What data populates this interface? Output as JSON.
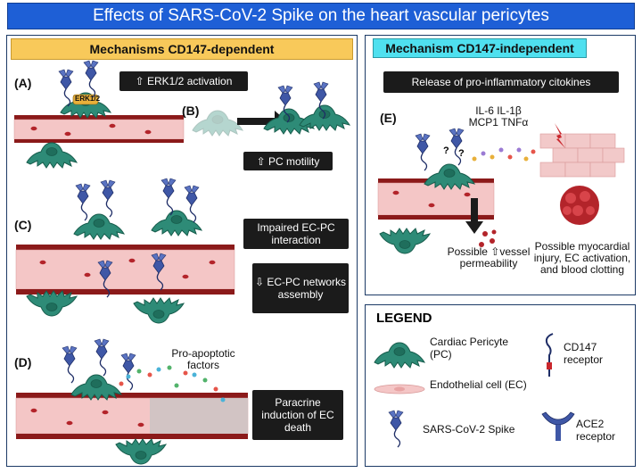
{
  "title": "Effects of SARS-CoV-2 Spike on the heart vascular pericytes",
  "left_panel": {
    "header": "Mechanisms CD147-dependent",
    "label_a": "(A)",
    "label_b": "(B)",
    "label_c": "(C)",
    "label_d": "(D)",
    "erk_label": "ERK1/2",
    "box_a": "⇧ ERK1/2 activation",
    "box_b": "⇧ PC motility",
    "box_c1": "Impaired EC-PC interaction",
    "box_c2": "⇩ EC-PC networks assembly",
    "box_d": "Paracrine induction of EC death",
    "pro_apoptotic": "Pro-apoptotic factors"
  },
  "right_panel": {
    "header": "Mechanism CD147-independent",
    "box_release": "Release of pro-inflammatory citokines",
    "label_e": "(E)",
    "cytokines": "IL-6  IL-1β MCP1  TNFα",
    "question": "?",
    "vessel_text": "Possible ⇧vessel permeability",
    "injury_text": "Possible myocardial injury, EC activation, and blood clotting"
  },
  "legend": {
    "title": "LEGEND",
    "pericyte": "Cardiac Pericyte (PC)",
    "cd147": "CD147 receptor",
    "endothelial": "Endothelial cell (EC)",
    "spike": "SARS-CoV-2 Spike",
    "ace2": "ACE2 receptor"
  },
  "colors": {
    "title_bg": "#1e5fd6",
    "header_yellow": "#f8c95a",
    "header_cyan": "#4fe0ef",
    "pericyte": "#2e8b77",
    "endothelial": "#f4c6c6",
    "vessel_wall": "#8b1a1a",
    "spike": "#4a64b0"
  }
}
